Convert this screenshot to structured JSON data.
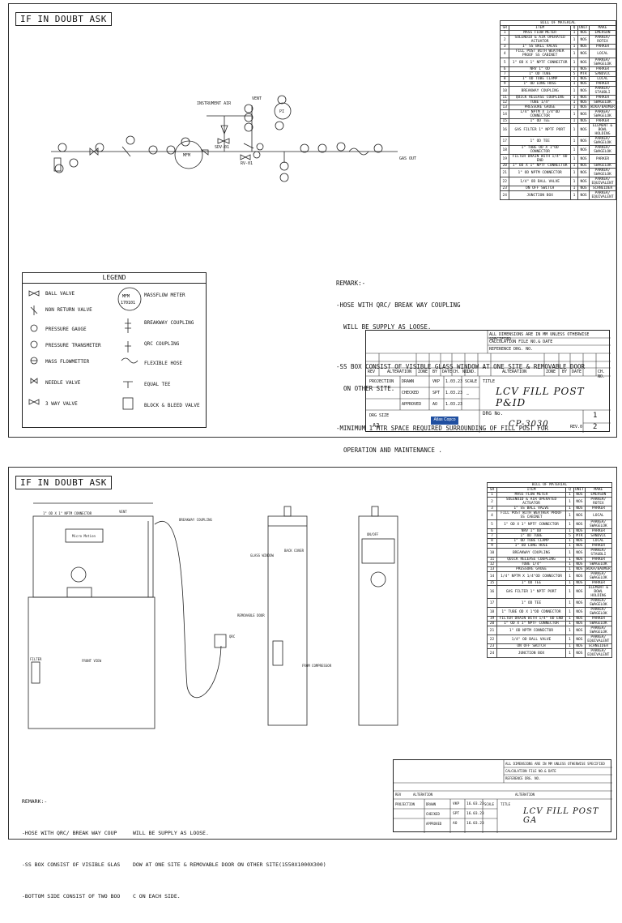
{
  "header_label": "IF IN DOUBT ASK",
  "sheet1": {
    "bom_title": "BILL OF MATERIAL",
    "bom_headers": [
      "SR",
      "ITEM",
      "Q",
      "UNIT",
      "MAKE"
    ],
    "bom_rows": [
      [
        "1",
        "MASS FLOW METER",
        "1",
        "NOS",
        "EMERSON"
      ],
      [
        "2",
        "SOLENOID & AIR OPERATED ACTUATOR",
        "1",
        "NOS",
        "PARKER/ ROTEX"
      ],
      [
        "3",
        "1\" SS BALL VALVE",
        "1",
        "NOS",
        "PARKER"
      ],
      [
        "4",
        "FILL POST WITH WEATHER PROOF SS CABINET",
        "1",
        "NOS",
        "LOCAL"
      ],
      [
        "5",
        "1\" OD X 1\" NPTF CONNECTOR",
        "1",
        "NOS",
        "PARKER/ SWAGELOK"
      ],
      [
        "6",
        "NRV 1\" OD",
        "1",
        "NOS",
        "PARKER"
      ],
      [
        "7",
        "1\" OD TUBE",
        "5",
        "MTR",
        "SANDVIC"
      ],
      [
        "8",
        "1\" OD TUBE CLAMP",
        "1",
        "NOS",
        "LOCAL"
      ],
      [
        "9",
        "1\" OD LONG HOSE",
        "1",
        "NOS",
        "PARKER"
      ],
      [
        "10",
        "BREAKWAY COUPLING",
        "1",
        "NOS",
        "PARKER/ STAUBLI"
      ],
      [
        "11",
        "QUICK RELEASE COUPLING",
        "1",
        "NOS",
        "PARKER"
      ],
      [
        "12",
        "TUBE 1/4\"",
        "1",
        "NOS",
        "SWAGELOK"
      ],
      [
        "13",
        "PRESSURE GAUGE",
        "1",
        "NOS",
        "WIKA/BAUMER"
      ],
      [
        "14",
        "1/4\" NPTM X 1/4\"OD CONNECTOR",
        "1",
        "NOS",
        "PARKER/ SWAGELOK"
      ],
      [
        "15",
        "1\" OD TEE",
        "1",
        "NOS",
        "PARKER"
      ],
      [
        "16",
        "GAS FILTER 1\" NPTF PORT",
        "1",
        "NOS",
        "ELEMENT & BOWL HOLDING"
      ],
      [
        "17",
        "1\" OD TEE",
        "1",
        "NOS",
        "PARKER/ SWAGELOK"
      ],
      [
        "18",
        "1\" TUBE OD X 1\"OD CONNECTOR",
        "1",
        "NOS",
        "PARKER/ SWAGELOK"
      ],
      [
        "19",
        "FILTER DRAIN WITH 1/4\" OD END",
        "1",
        "NOS",
        "PARKER"
      ],
      [
        "20",
        "1\" OD X 1\" NPTF CONNECTOR",
        "1",
        "NOS",
        "SWAGELOK"
      ],
      [
        "21",
        "1\" OD NPTM CONNECTOR",
        "1",
        "NOS",
        "PARKER/ SWAGELOK"
      ],
      [
        "22",
        "1/4\" OD BALL VALVE",
        "1",
        "NOS",
        "PARKER/ EQUIVALENT"
      ],
      [
        "23",
        "ON OFF SWITCH",
        "1",
        "NOS",
        "SCHNEIDER"
      ],
      [
        "24",
        "JUNCTION BOX",
        "1",
        "NOS",
        "PARKER/ EQUIVALENT"
      ]
    ],
    "pid_labels": {
      "instrument_air": "INSTRUMENT AIR",
      "vent": "VENT",
      "gas_out": "GAS OUT",
      "sdv": "SDV-01",
      "rv": "RV-01",
      "mfm": "MFM",
      "pi": "PI"
    },
    "legend": {
      "title": "LEGEND",
      "items": [
        "BALL VALVE",
        "NON RETURN VALVE",
        "PRESSURE GAUGE",
        "PRESSURE TRANSMETER",
        "MASS FLOWMETTER",
        "NEEDLE VALVE",
        "3 WAY VALVE",
        "MASSFLOW METER",
        "BREAKWAY COUPLING",
        "QRC COUPLING",
        "FLEXIBLE HOSE",
        "EQUAL TEE",
        "BLOCK & BLEED VALVE"
      ],
      "mfm_symbol_text": "MFM",
      "mfm_symbol_tag": "170101"
    },
    "remarks": [
      "REMARK:-",
      "-HOSE WITH QRC/ BREAK WAY COUPLING",
      "  WILL BE SUPPLY AS LOOSE.",
      "-SS BOX CONSIST OF VISIBLE GLASS WINDOW AT ONE SITE & REMOVABLE DOOR",
      "  ON OTHER SITE.",
      "-MINIMUM 1 MTR SPACE REQUIRED SURROUNDING OF FILL POST FOR",
      "  OPERATION AND MAINTENANCE ."
    ],
    "title_block": {
      "dims_note": "ALL DIMENSIONS ARE IN MM UNLESS OTHERWISE SPECIFIED",
      "calc_note": "CALCULATION FILE NO.& DATE",
      "ref_note": "REFERENCE DRG. NO.",
      "rev_headers": [
        "REV",
        "ALTERATION",
        "ZONE",
        "BY",
        "DATE",
        "CH. NO.",
        "IND.",
        "ALTERATION",
        "ZONE",
        "BY",
        "DATE",
        "CH. NO."
      ],
      "projection": "PROJECTION",
      "drawn": "DRAWN",
      "drawn_by": "VKP",
      "drawn_date": "1.03.23",
      "checked": "CHECKED",
      "checked_by": "SPT",
      "checked_date": "1.03.23",
      "approved": "APPROVED",
      "approved_by": "AO",
      "approved_date": "1.03.23",
      "scale": "SCALE",
      "scale_value": "—",
      "title_label": "TITLE",
      "title": "LCV FILL POST P&ID",
      "drg_size": "DRG SIZE",
      "drg_size_value": "A3",
      "logo": "Atlas Copco",
      "drg_no_label": "DRG No.",
      "drg_no": "CP-3030",
      "rev": "REV.0",
      "sheet": "1",
      "sheets": "2"
    }
  },
  "sheet2": {
    "labels": {
      "conn": "1\" OD X 1\" NPTM CONNECTOR",
      "meter": "Micro Motion",
      "breakway": "BREAKWAY COUPLING",
      "front_view": "FRONT VIEW",
      "glass_window": "GLASS WINDOW",
      "back_cover": "BACK COVER",
      "removable_door": "REMOVABLE DOOR",
      "from_compressor": "FROM COMPRESSOR",
      "filter": "FILTER",
      "vent": "VENT",
      "qrc": "QRC",
      "on_off": "ON/OFF"
    },
    "remarks": [
      "REMARK:-",
      "-HOSE WITH QRC/ BREAK WAY COUP     WILL BE SUPPLY AS LOOSE.",
      "-SS BOX CONSIST OF VISIBLE GLAS    DOW AT ONE SITE & REMOVABLE DOOR ON OTHER SITE(1550X1000X300)",
      "-BOTTOM SIDE CONSIST OF TWO BOO    C ON EACH SIDE."
    ],
    "title_block": {
      "title": "LCV FILL POST GA",
      "drawn_by": "VKP",
      "drawn_date": "16.03.23",
      "checked_by": "SPT",
      "checked_date": "16.03.23",
      "approved_by": "AO",
      "approved_date": "16.03.23"
    }
  }
}
